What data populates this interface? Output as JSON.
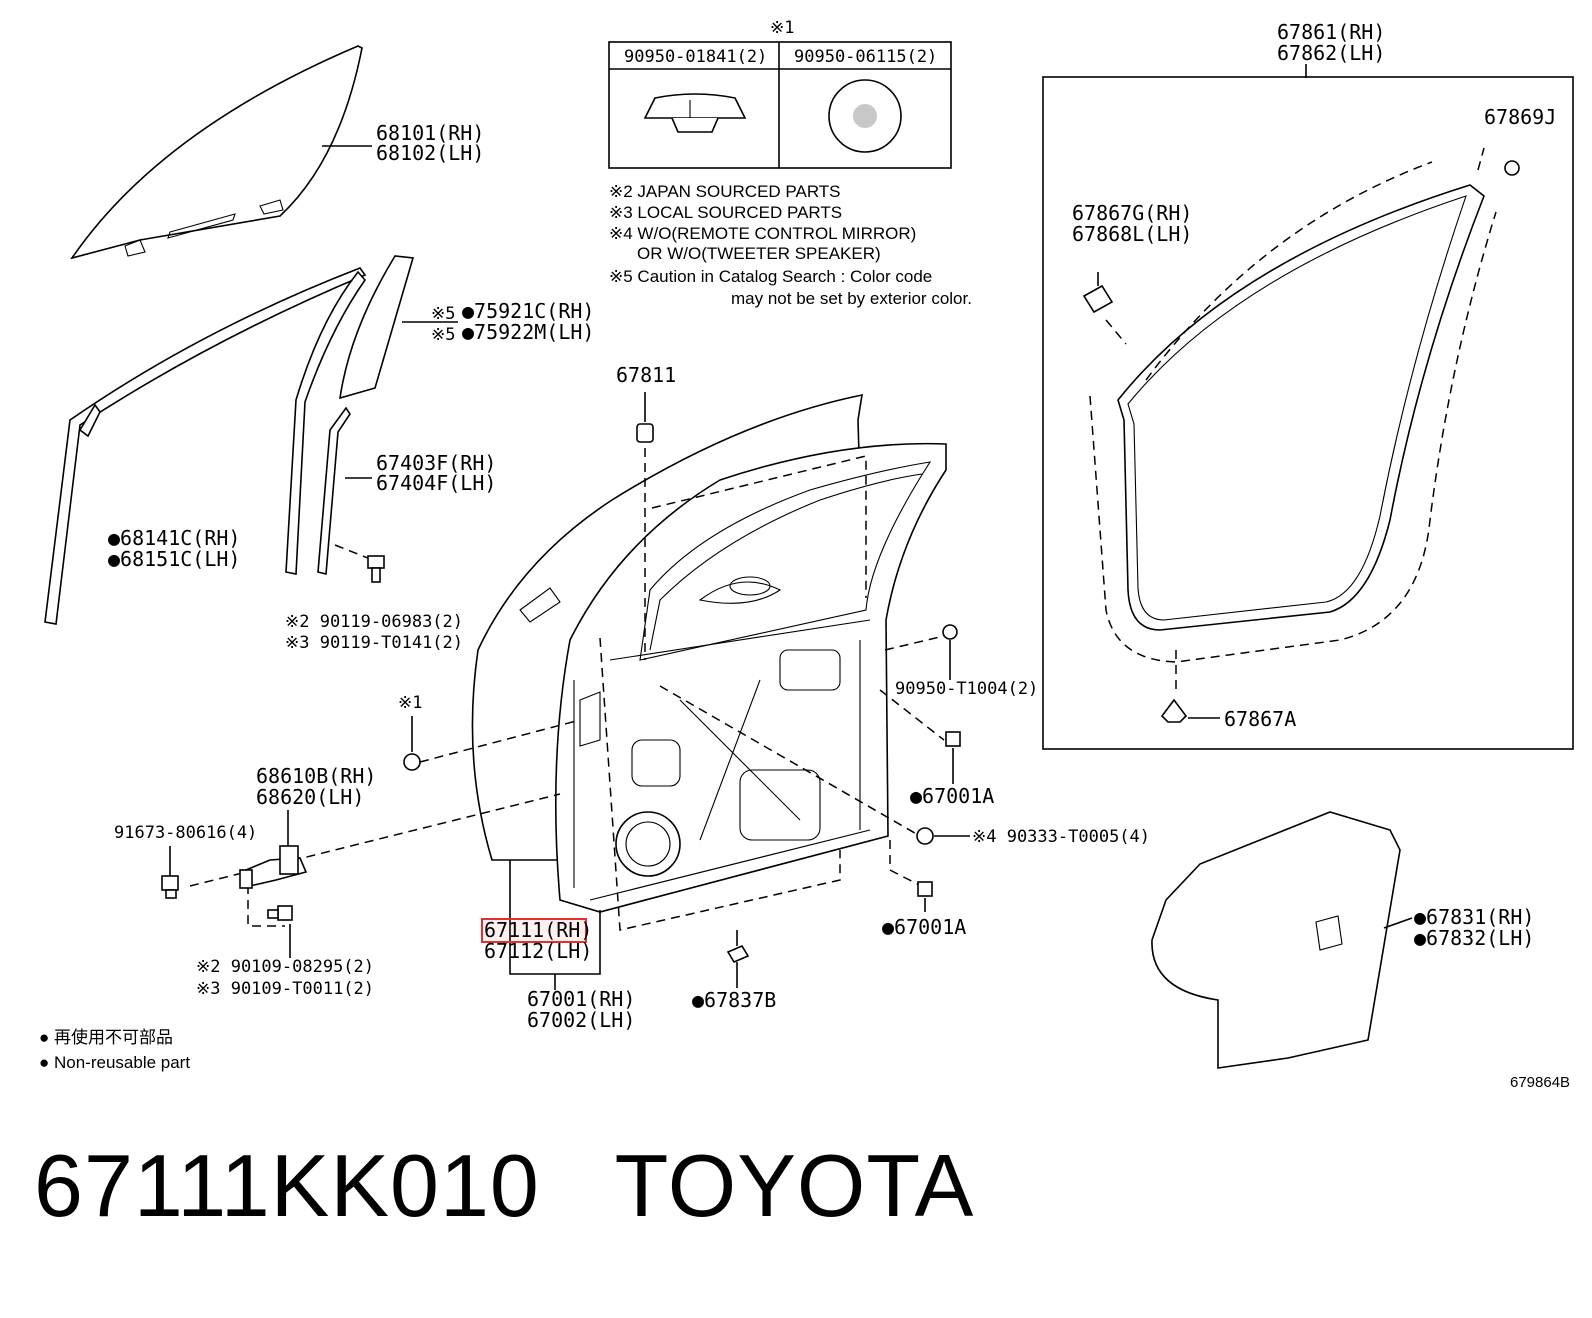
{
  "notes": {
    "mark1": "※1",
    "mark1_part_a": "90950-01841(2)",
    "mark1_part_b": "90950-06115(2)",
    "line2": "※2 JAPAN SOURCED PARTS",
    "line3": "※3 LOCAL SOURCED PARTS",
    "line4a": "※4 W/O(REMOTE CONTROL MIRROR)",
    "line4b": "OR W/O(TWEETER SPEAKER)",
    "line5a": "※5 Caution in Catalog Search : Color code",
    "line5b": "may not be set by exterior color."
  },
  "labels": {
    "p68101": "68101(RH)",
    "p68102": "68102(LH)",
    "p75921_mark": "※5",
    "p75921": "●75921C(RH)",
    "p75922_mark": "※5",
    "p75922": "●75922M(LH)",
    "p67403": "67403F(RH)",
    "p67404": "67404F(LH)",
    "p68141": "●68141C(RH)",
    "p68151": "●68151C(LH)",
    "p90119a": "※2 90119-06983(2)",
    "p90119b": "※3 90119-T0141(2)",
    "p67811": "67811",
    "p67861": "67861(RH)",
    "p67862": "67862(LH)",
    "p67869": "67869J",
    "p67867g": "67867G(RH)",
    "p67868l": "67868L(LH)",
    "p67867a": "67867A",
    "p90950t": "90950-T1004(2)",
    "p67001a_1": "●67001A",
    "p90333": "※4 90333-T0005(4)",
    "p67001a_2": "●67001A",
    "mark1_left": "※1",
    "p68610": "68610B(RH)",
    "p68620": "68620(LH)",
    "p91673": "91673-80616(4)",
    "p67111": "67111(RH)",
    "p67112": "67112(LH)",
    "p90109a": "※2 90109-08295(2)",
    "p90109b": "※3 90109-T0011(2)",
    "p67001": "67001(RH)",
    "p67002": "67002(LH)",
    "p67837": "●67837B",
    "p67831": "●67831(RH)",
    "p67832": "●67832(LH)"
  },
  "legend": {
    "jp": "● 再使用不可部品",
    "en": "● Non-reusable part"
  },
  "figure_code": "679864B",
  "footer": {
    "part_number": "67111KK010",
    "brand": "TOYOTA"
  },
  "highlight_color": "#e03030"
}
